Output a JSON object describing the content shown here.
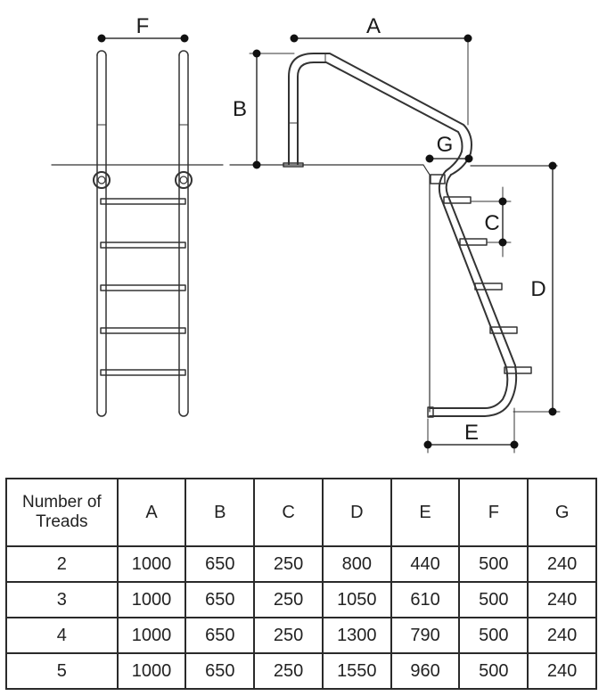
{
  "diagram": {
    "labels": {
      "A": "A",
      "B": "B",
      "C": "C",
      "D": "D",
      "E": "E",
      "F": "F",
      "G": "G"
    }
  },
  "table": {
    "headers": [
      "Number of Treads",
      "A",
      "B",
      "C",
      "D",
      "E",
      "F",
      "G"
    ],
    "rows": [
      [
        "2",
        "1000",
        "650",
        "250",
        "800",
        "440",
        "500",
        "240"
      ],
      [
        "3",
        "1000",
        "650",
        "250",
        "1050",
        "610",
        "500",
        "240"
      ],
      [
        "4",
        "1000",
        "650",
        "250",
        "1300",
        "790",
        "500",
        "240"
      ],
      [
        "5",
        "1000",
        "650",
        "250",
        "1550",
        "960",
        "500",
        "240"
      ]
    ]
  }
}
